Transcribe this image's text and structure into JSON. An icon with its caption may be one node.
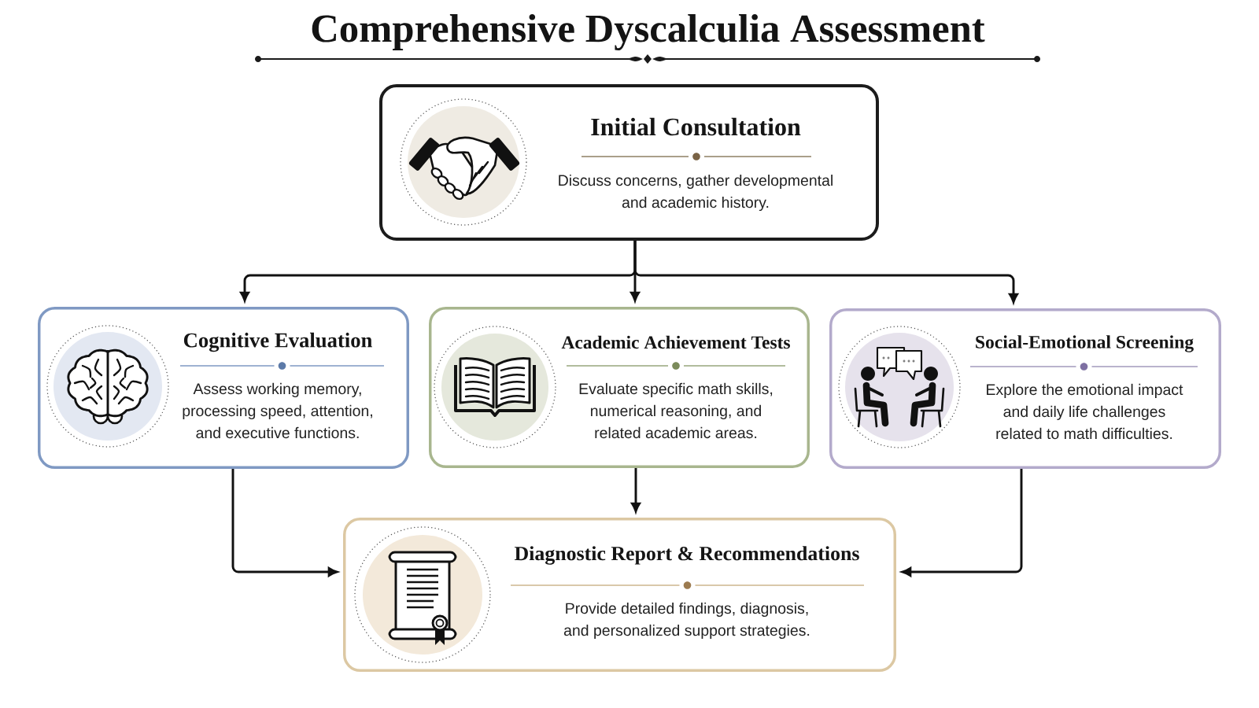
{
  "diagram": {
    "title": "Comprehensive Dyscalculia Assessment",
    "nodes": [
      {
        "text": [
          "Initial Consultation",
          "Discuss concerns, gather developmental and academic history."
        ]
      },
      {
        "text": [
          "Cognitive Evaluation",
          "Assess working memory, processing speed, attention, and executive functions."
        ]
      },
      {
        "text": [
          "Academic Achievement Tests",
          "Evaluate specific math skills, numerical reasoning, and related academic areas."
        ]
      },
      {
        "text": [
          "Social-Emotional Screening",
          "Explore the emotional impact and daily life challenges related to math difficulties."
        ]
      },
      {
        "text": [
          "Diagnostic Report & Recommendations",
          "Provide detailed findings, diagnosis, and personalized support strategies."
        ]
      }
    ],
    "edges": [
      {
        "from": 0,
        "to": 1,
        "arrow": "to"
      },
      {
        "from": 0,
        "to": 2,
        "arrow": "to"
      },
      {
        "from": 0,
        "to": 3,
        "arrow": "to"
      },
      {
        "from": 1,
        "to": 4,
        "arrow": "to"
      },
      {
        "from": 2,
        "to": 4,
        "arrow": "to"
      },
      {
        "from": 3,
        "to": 4,
        "arrow": "to"
      }
    ]
  }
}
